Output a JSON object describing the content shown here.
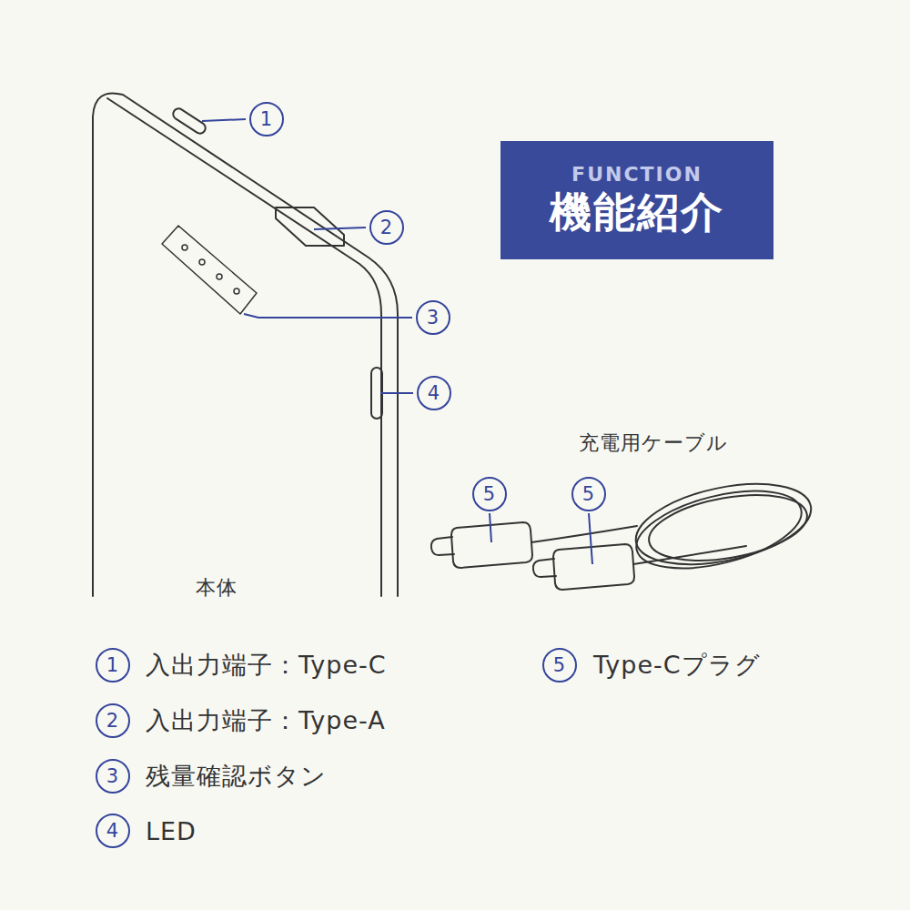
{
  "diagram": {
    "nodes": [
      {
        "text": [
          "FUNCTION",
          "機能紹介"
        ]
      }
    ],
    "edges": [],
    "labels": [
      "1",
      "2",
      "3",
      "4",
      "充電用ケーブル",
      "5",
      "5",
      "本体",
      "1",
      "入出力端子：Type-C",
      "5",
      "Type-Cプラグ",
      "2",
      "入出力端子：Type-A",
      "3",
      "残量確認ボタン",
      "4",
      "LED"
    ]
  }
}
